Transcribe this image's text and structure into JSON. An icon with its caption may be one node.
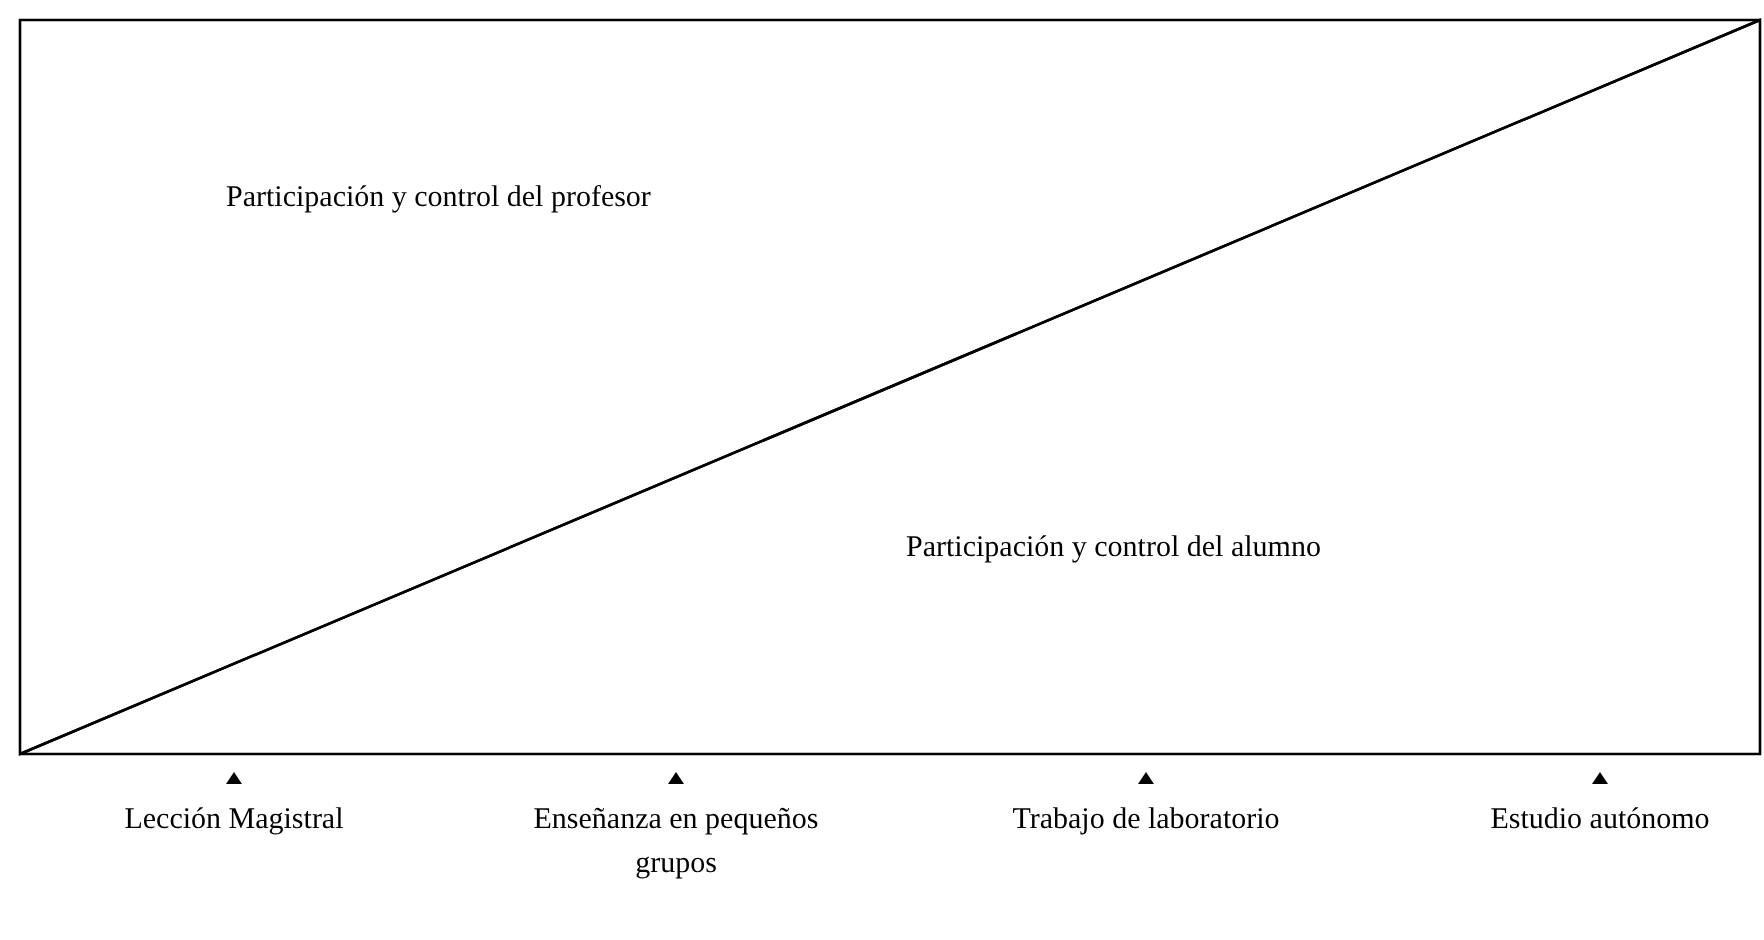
{
  "diagram": {
    "nodes": [
      {
        "text": [
          "Participación y control del profesor"
        ]
      },
      {
        "text": [
          "Participación y control del alumno"
        ]
      }
    ],
    "edges": [],
    "labels": [
      "Lección Magistral",
      "Enseñanza en pequeños grupos",
      "Trabajo de laboratorio",
      "Estudio autónomo"
    ]
  }
}
